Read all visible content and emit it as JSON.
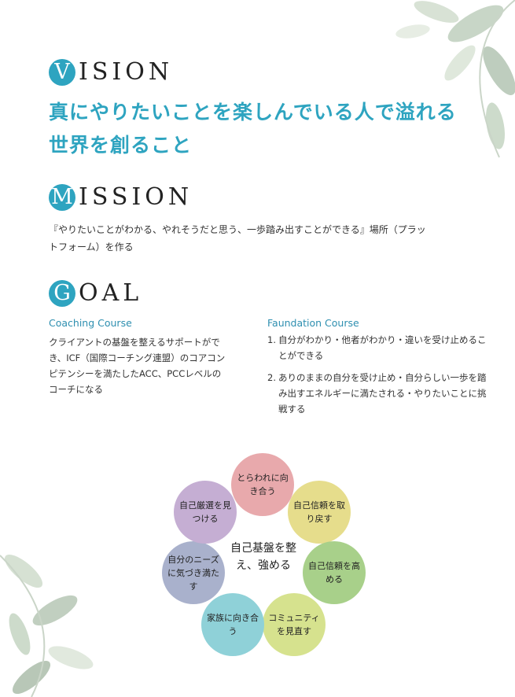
{
  "vision": {
    "initial": "V",
    "rest": "ISION",
    "statement": "真にやりたいことを楽しんでいる人で溢れる世界を創ること"
  },
  "mission": {
    "initial": "M",
    "rest": "ISSION",
    "text": "『やりたいことがわかる、やれそうだと思う、一歩踏み出すことができる』場所（プラットフォーム）を作る"
  },
  "goal": {
    "initial": "G",
    "rest": "OAL",
    "coaching": {
      "title": "Coaching Course",
      "text": "クライアントの基盤を整えるサポートができ、ICF（国際コーチング連盟）のコアコンピテンシーを満たしたACC、PCCレベルのコーチになる"
    },
    "foundation": {
      "title": "Faundation Course",
      "items": [
        {
          "num": "1.",
          "text": "自分がわかり・他者がわかり・違いを受け止めることができる"
        },
        {
          "num": "2.",
          "text": "ありのままの自分を受け止め・自分らしい一歩を踏み出すエネルギーに満たされる・やりたいことに挑戦する"
        }
      ]
    }
  },
  "diagram": {
    "center": "自己基盤を整え、強める",
    "circles": [
      {
        "label": "とらわれに向き合う",
        "color": "#e8a9ac"
      },
      {
        "label": "自己信頼を取り戻す",
        "color": "#e6dd8c"
      },
      {
        "label": "自己信頼を高める",
        "color": "#a8d08a"
      },
      {
        "label": "コミュニティを見直す",
        "color": "#d6e28e"
      },
      {
        "label": "家族に向き合う",
        "color": "#8fd1d8"
      },
      {
        "label": "自分のニーズに気づき満たす",
        "color": "#a9b1cc"
      },
      {
        "label": "自己厳選を見つける",
        "color": "#c5aed3"
      }
    ]
  }
}
